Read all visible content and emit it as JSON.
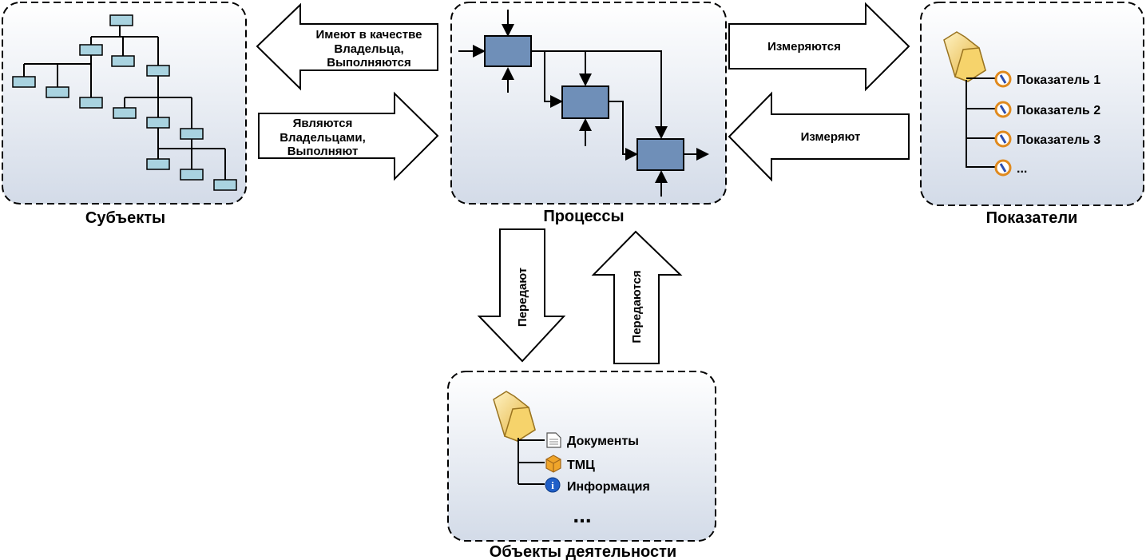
{
  "nodes": {
    "subjects": {
      "title": "Субъекты"
    },
    "processes": {
      "title": "Процессы"
    },
    "indicators": {
      "title": "Показатели",
      "items": [
        "Показатель 1",
        "Показатель 2",
        "Показатель 3",
        "..."
      ]
    },
    "objects": {
      "title": "Объекты деятельности",
      "items": [
        {
          "label": "Документы",
          "icon": "document-icon"
        },
        {
          "label": "ТМЦ",
          "icon": "box-icon"
        },
        {
          "label": "Информация",
          "icon": "info-icon"
        }
      ],
      "ellipsis": "..."
    }
  },
  "arrows": {
    "processes_to_subjects": [
      "Имеют в качестве",
      "Владельца,",
      "Выполняются"
    ],
    "subjects_to_processes": [
      "Являются",
      "Владельцами,",
      "Выполняют"
    ],
    "processes_to_indicators": "Измеряются",
    "indicators_to_processes": "Измеряют",
    "processes_to_objects": "Передают",
    "objects_to_processes": "Передаются"
  },
  "colors": {
    "box_fill_top": "#ffffff",
    "box_fill_bottom": "#d3dbe8",
    "org_node": "#a9d3e0",
    "process_block": "#6f8fb8",
    "folder": "#f2c94c"
  }
}
